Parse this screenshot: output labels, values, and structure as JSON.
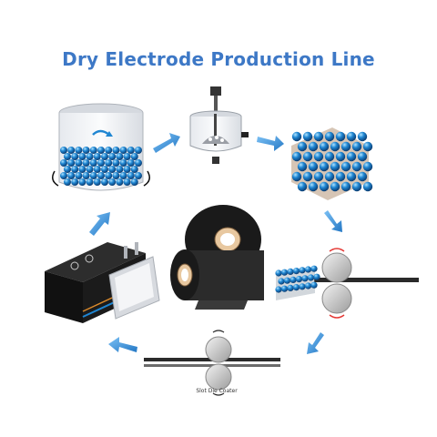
{
  "title": "Dry Electrode Production Line",
  "slot_die_label": "Slot Die Coater",
  "colors": {
    "title": "#3d78c6",
    "arrow": "#3a8fd8",
    "particle": "#1f86d2",
    "roller": "#c9c9c9",
    "film": "#2a2a2a"
  },
  "steps": [
    {
      "name": "mixing-beaker"
    },
    {
      "name": "stirred-tank"
    },
    {
      "name": "particle-network"
    },
    {
      "name": "calender-press"
    },
    {
      "name": "slot-die-coater"
    },
    {
      "name": "battery-cells"
    },
    {
      "name": "electrode-rolls"
    }
  ]
}
